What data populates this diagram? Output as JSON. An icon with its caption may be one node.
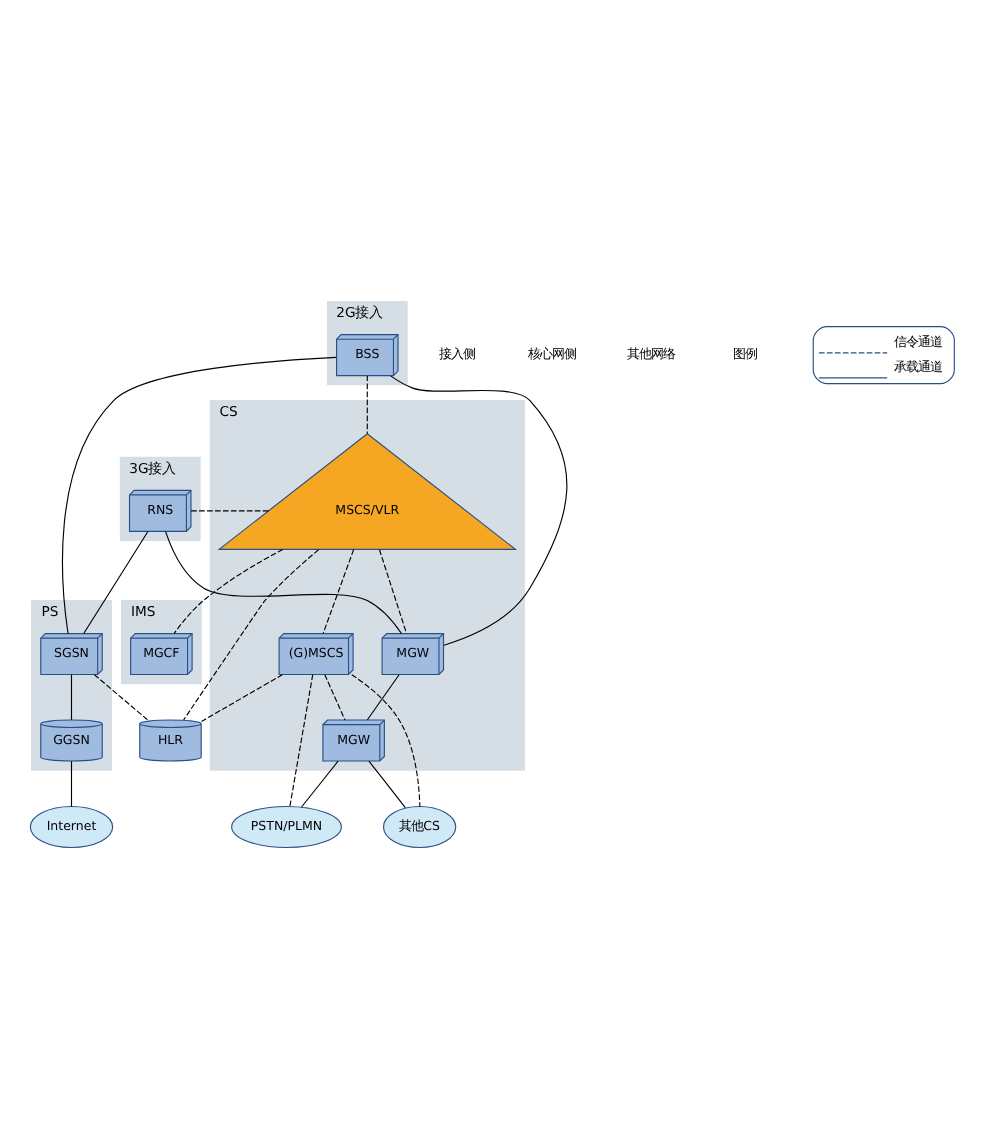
{
  "diagram": {
    "nodes": [
      {
        "text": [
          "2G接入"
        ]
      },
      {
        "text": [
          "BSS"
        ],
        "in": 0
      },
      {
        "text": [
          "CS"
        ]
      },
      {
        "text": [
          "MSCS/VLR"
        ],
        "in": 2
      },
      {
        "text": [
          "(G)MSCS"
        ],
        "in": 2
      },
      {
        "text": [
          "MGW"
        ],
        "in": 2
      },
      {
        "text": [
          "MGW"
        ],
        "in": 2
      },
      {
        "text": [
          "HLR"
        ]
      },
      {
        "text": [
          "3G接入"
        ]
      },
      {
        "text": [
          "RNS"
        ],
        "in": 8
      },
      {
        "text": [
          "PS"
        ]
      },
      {
        "text": [
          "SGSN"
        ],
        "in": 10
      },
      {
        "text": [
          "GGSN"
        ],
        "in": 10
      },
      {
        "text": [
          "IMS"
        ]
      },
      {
        "text": [
          "MGCF"
        ],
        "in": 13
      },
      {
        "text": [
          "PSTN/PLMN"
        ]
      },
      {
        "text": [
          "其他CS"
        ]
      },
      {
        "text": [
          "Internet"
        ]
      }
    ],
    "edges": [
      {
        "from": 1,
        "to": 3,
        "arrow": "none",
        "style": "dashed"
      },
      {
        "from": 3,
        "to": 4,
        "arrow": "none",
        "style": "dashed"
      },
      {
        "from": 3,
        "to": 5,
        "arrow": "none",
        "style": "dashed"
      },
      {
        "from": 3,
        "to": 7,
        "arrow": "none",
        "style": "dashed"
      },
      {
        "from": 3,
        "to": 9,
        "arrow": "none",
        "style": "dashed"
      },
      {
        "from": 3,
        "to": 14,
        "arrow": "none",
        "style": "dashed"
      },
      {
        "from": 4,
        "to": 6,
        "arrow": "none",
        "style": "dashed"
      },
      {
        "from": 4,
        "to": 7,
        "arrow": "none",
        "style": "dashed"
      },
      {
        "from": 4,
        "to": 15,
        "arrow": "none",
        "style": "dashed"
      },
      {
        "from": 4,
        "to": 16,
        "arrow": "none",
        "style": "dashed"
      },
      {
        "from": 11,
        "to": 7,
        "arrow": "none",
        "style": "dashed"
      },
      {
        "from": 1,
        "to": 5,
        "arrow": "none"
      },
      {
        "from": 1,
        "to": 11,
        "arrow": "none"
      },
      {
        "from": 9,
        "to": 5,
        "arrow": "none"
      },
      {
        "from": 9,
        "to": 11,
        "arrow": "none"
      },
      {
        "from": 5,
        "to": 6,
        "arrow": "none"
      },
      {
        "from": 6,
        "to": 15,
        "arrow": "none"
      },
      {
        "from": 6,
        "to": 16,
        "arrow": "none"
      },
      {
        "from": 11,
        "to": 12,
        "arrow": "none"
      },
      {
        "from": 12,
        "to": 17,
        "arrow": "none"
      }
    ],
    "labels": [
      "接入侧",
      "核心网侧",
      "其他网络",
      "图例"
    ],
    "legend": [
      {
        "text": "信令通道"
      },
      {
        "text": "承载通道"
      }
    ]
  }
}
